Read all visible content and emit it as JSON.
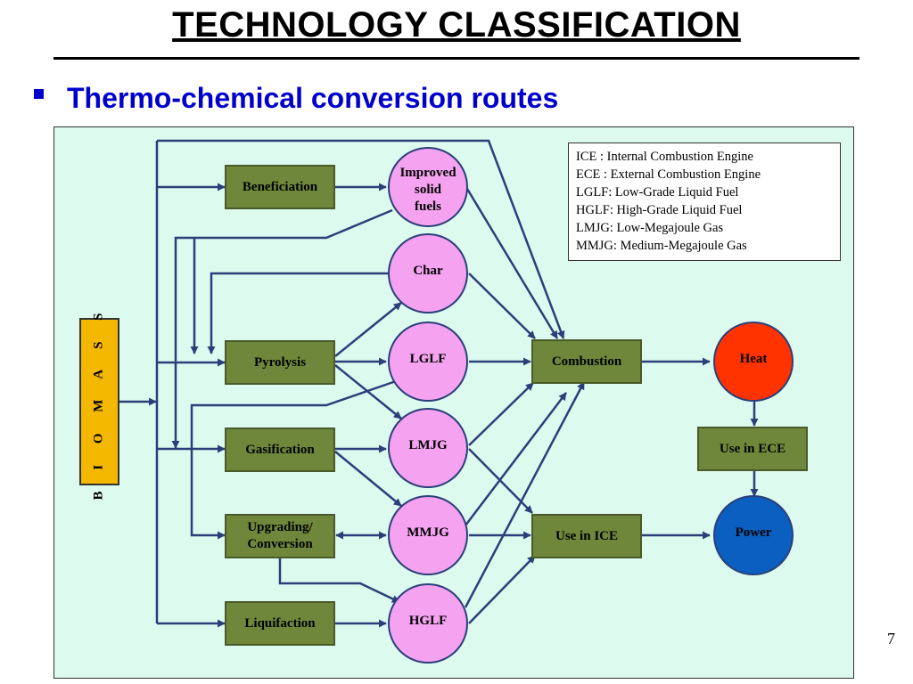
{
  "title": "TECHNOLOGY CLASSIFICATION",
  "subtitle": "Thermo-chemical conversion routes",
  "biomass": "B I O M A S S",
  "processes": {
    "beneficiation": "Beneficiation",
    "pyrolysis": "Pyrolysis",
    "gasification": "Gasification",
    "upgrading": [
      "Upgrading/",
      "Conversion"
    ],
    "liquifaction": "Liquifaction",
    "combustion": "Combustion",
    "use_in_ice": "Use in ICE",
    "use_in_ece": "Use in ECE"
  },
  "products": {
    "improved_solid_fuels": [
      "Improved",
      "solid",
      "fuels"
    ],
    "char": "Char",
    "lglf": "LGLF",
    "lmjg": "LMJG",
    "mmjg": "MMJG",
    "hglf": "HGLF"
  },
  "outputs": {
    "heat": "Heat",
    "power": "Power"
  },
  "legend": [
    "ICE    : Internal Combustion Engine",
    "ECE   : External Combustion Engine",
    "LGLF: Low-Grade Liquid Fuel",
    "HGLF: High-Grade Liquid Fuel",
    "LMJG: Low-Megajoule Gas",
    "MMJG: Medium-Megajoule Gas"
  ],
  "page_number": "7",
  "colors": {
    "panel_bg": "#ddfaee",
    "process_box": "#6e873a",
    "product_circle": "#f5a3f0",
    "biomass_box": "#f5b800",
    "heat": "#ff3300",
    "power": "#0a5fc0",
    "arrow": "#2b3f7a",
    "accent_text": "#0000cc"
  }
}
